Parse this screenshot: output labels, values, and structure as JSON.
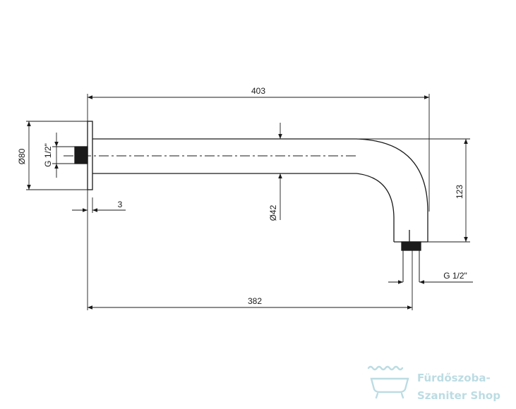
{
  "drawing": {
    "dims": {
      "overall_length": "403",
      "base_length": "382",
      "height": "123",
      "flange_diameter": "Ø80",
      "pipe_diameter": "Ø42",
      "flange_thickness": "3",
      "inlet_thread": "G 1/2\"",
      "outlet_thread": "G 1/2\""
    }
  },
  "watermark": {
    "line1": "Fürdőszoba-",
    "line2": "Szaniter Shop",
    "icon": "bathtub-icon",
    "color": "#b9dbe2"
  }
}
